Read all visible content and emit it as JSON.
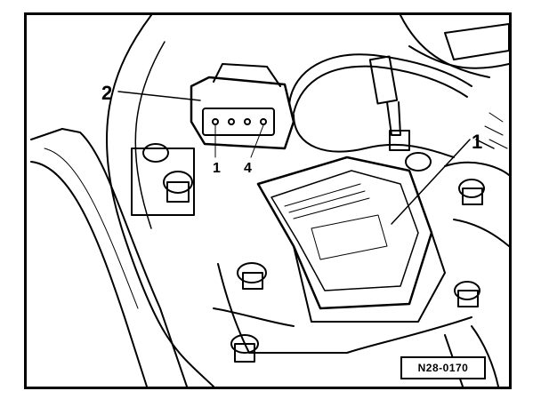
{
  "figure": {
    "callouts": {
      "connector": "2",
      "coil_unit": "1"
    },
    "pins": {
      "first": "1",
      "last": "4"
    },
    "figure_code": "N28-0170"
  },
  "colors": {
    "ink": "#000000",
    "paper": "#ffffff"
  }
}
